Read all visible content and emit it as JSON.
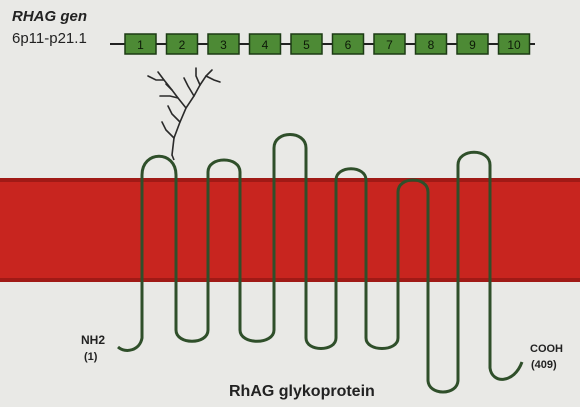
{
  "gene": {
    "name": "RHAG gen",
    "locus": "6p11-p21.1",
    "exons": [
      "1",
      "2",
      "3",
      "4",
      "5",
      "6",
      "7",
      "8",
      "9",
      "10"
    ]
  },
  "protein": {
    "name": "RhAG glykoprotein",
    "n_terminus": "NH2",
    "n_terminus_position": "(1)",
    "c_terminus": "COOH",
    "c_terminus_position": "(409)"
  },
  "colors": {
    "background": "#e9e9e6",
    "membrane": "#c8251f",
    "membrane_edge": "#a01a16",
    "exon_fill": "#4d8a35",
    "exon_border": "#1c3a14",
    "chain": "#2f4f2a"
  }
}
